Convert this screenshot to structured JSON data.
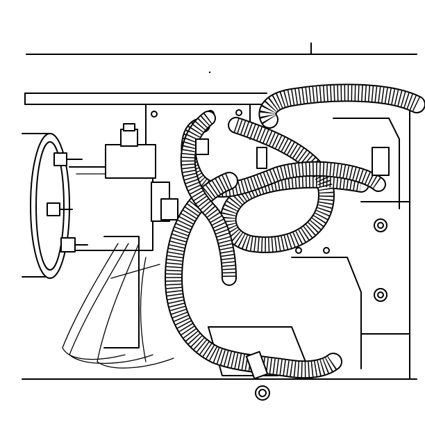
{
  "figure": {
    "parts": [
      {
        "id": "motor-housing",
        "icon": "cylinder-motor-icon"
      },
      {
        "id": "terminal-studs",
        "icon": "hex-nut-icon"
      },
      {
        "id": "solenoid",
        "icon": "solenoid-icon"
      },
      {
        "id": "wiring-harness-upper",
        "icon": "corrugated-conduit-icon"
      },
      {
        "id": "wiring-harness-loop",
        "icon": "corrugated-conduit-icon"
      },
      {
        "id": "wiring-harness-lower",
        "icon": "corrugated-conduit-icon"
      },
      {
        "id": "mounting-bolts",
        "icon": "bolt-head-icon"
      },
      {
        "id": "bracket-plate",
        "icon": "bracket-icon"
      }
    ],
    "line_color": "#000000",
    "background_color": "#ffffff"
  }
}
